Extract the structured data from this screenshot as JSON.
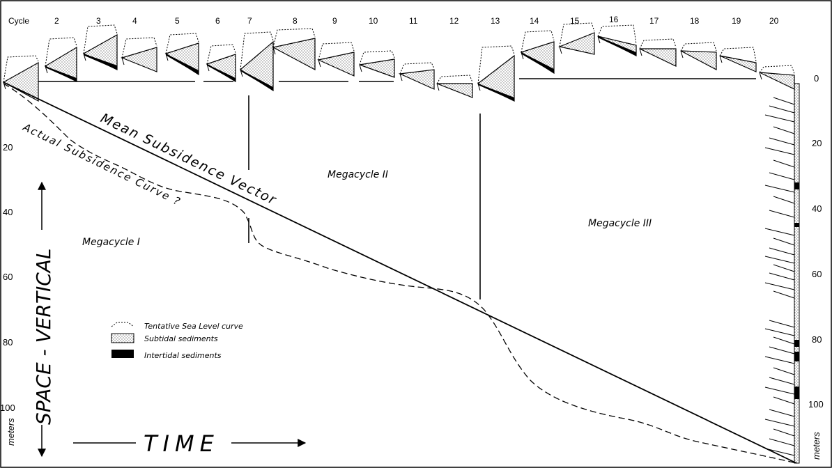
{
  "cycles": {
    "label": "Cycle",
    "numbers": [
      "2",
      "3",
      "4",
      "5",
      "6",
      "7",
      "8",
      "9",
      "10",
      "11",
      "12",
      "13",
      "14",
      "15",
      "16",
      "17",
      "18",
      "19",
      "20"
    ]
  },
  "vectors": {
    "mean_subsidence": "Mean Subsidence Vector",
    "actual_subsidence": "Actual Subsidence Curve ?"
  },
  "megacycles": [
    "Megacycle I",
    "Megacycle II",
    "Megacycle III"
  ],
  "axes": {
    "vertical_label": "SPACE - VERTICAL",
    "time_label": "TIME",
    "units": "meters",
    "right_ticks": [
      "0",
      "20",
      "40",
      "60",
      "80",
      "100"
    ],
    "left_ticks": [
      "20",
      "40",
      "60",
      "80",
      "100"
    ]
  },
  "legend": [
    {
      "key": "sea_level",
      "label": "Tentative Sea Level curve"
    },
    {
      "key": "subtidal",
      "label": "Subtidal sediments"
    },
    {
      "key": "intertidal",
      "label": "Intertidal sediments"
    }
  ],
  "colors": {
    "ink": "#000000",
    "paper": "#ffffff"
  }
}
